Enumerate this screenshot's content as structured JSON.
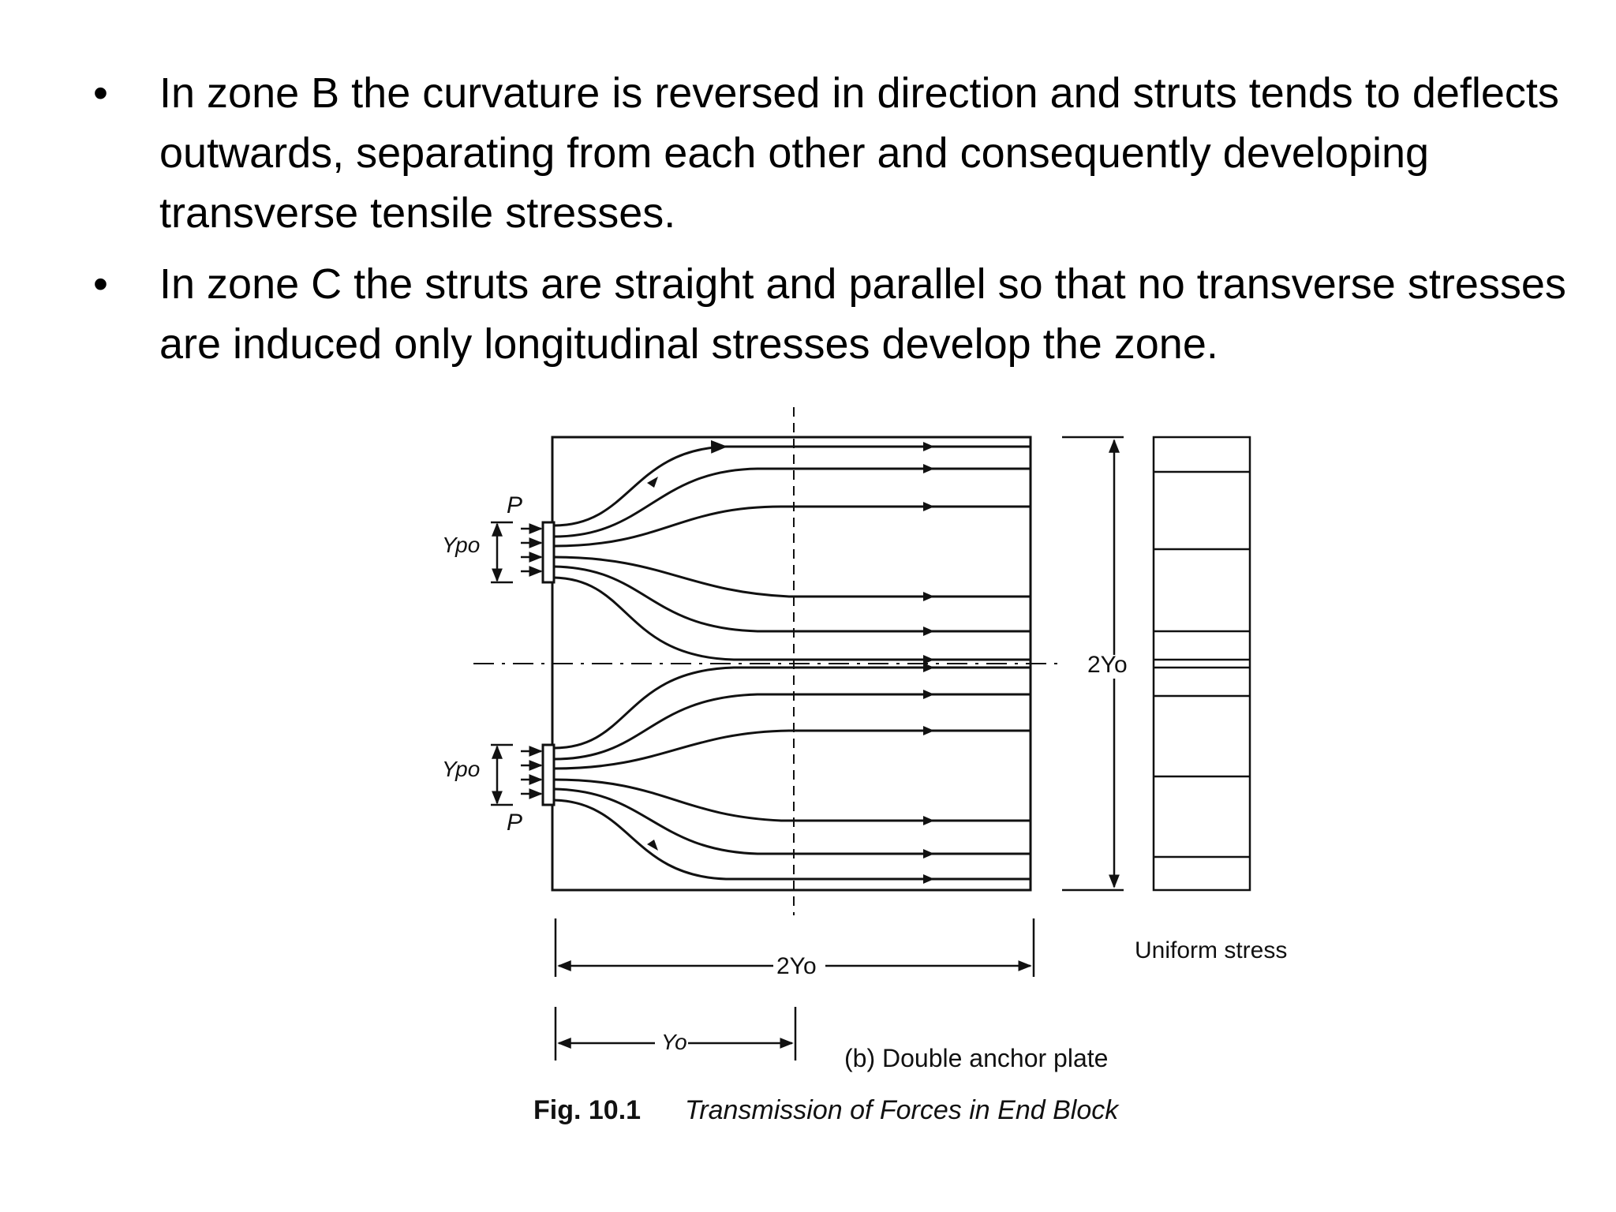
{
  "bullets": [
    {
      "marker": "•",
      "text": "In zone B the curvature is reversed in direction and struts tends to deflects outwards, separating from each other and consequently developing transverse tensile stresses."
    },
    {
      "marker": "•",
      "text": "In zone C the struts are straight and parallel so that no transverse stresses are induced only longitudinal stresses develop the zone."
    }
  ],
  "figure": {
    "load_label_top": "P",
    "load_label_bottom": "P",
    "plate_dim_top": "Ypo",
    "plate_dim_bottom": "Ypo",
    "height_dim": "2Yo",
    "length_dim": "2Yo",
    "half_length_dim": "Yo",
    "uniform_label": "Uniform stress",
    "subcaption": "(b) Double anchor plate",
    "fig_number": "Fig. 10.1",
    "fig_title": "Transmission of Forces in End Block"
  }
}
